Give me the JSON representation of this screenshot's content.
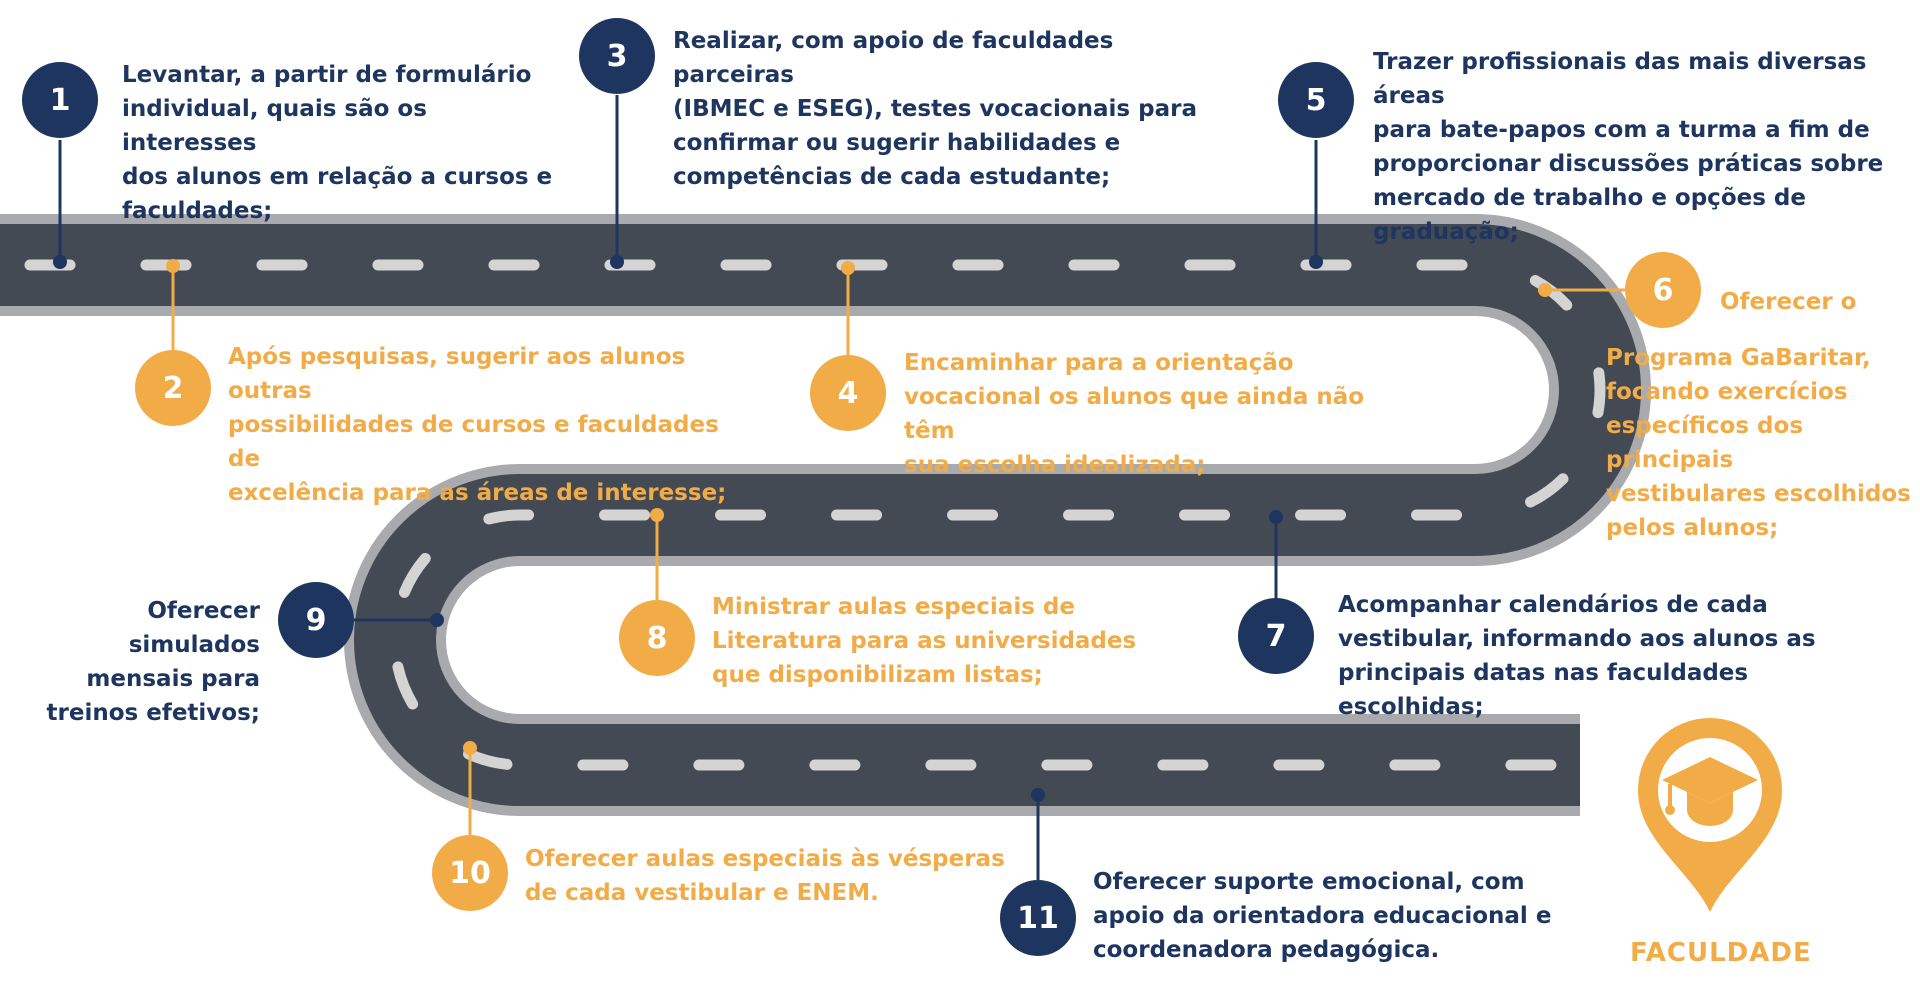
{
  "colors": {
    "navy": "#1e3560",
    "orange": "#f2ac47",
    "road": "#434a54",
    "edge": "#a9aaad",
    "dash": "#d4d4d4"
  },
  "steps": [
    {
      "num": "1",
      "text": "Levantar, a partir de formulário\nindividual, quais são os  interesses\ndos alunos em relação a cursos e\nfaculdades;"
    },
    {
      "num": "2",
      "text": "Após pesquisas, sugerir aos alunos outras\npossibilidades de cursos e faculdades de\nexcelência para as áreas de interesse;"
    },
    {
      "num": "3",
      "text": "Realizar, com apoio de faculdades parceiras\n(IBMEC e ESEG), testes vocacionais para\nconfirmar ou sugerir habilidades e\ncompetências de cada estudante;"
    },
    {
      "num": "4",
      "text": "Encaminhar para a orientação\nvocacional os alunos que ainda não têm\nsua escolha idealizada;"
    },
    {
      "num": "5",
      "text": "Trazer profissionais das mais diversas áreas\npara bate-papos com a turma a fim de\nproporcionar discussões práticas sobre\nmercado de trabalho e opções de graduação;"
    },
    {
      "num": "6",
      "text_head": "Oferecer o",
      "text": "Programa GaBaritar,\nfocando exercícios\nespecíficos dos principais\nvestibulares escolhidos\npelos alunos;"
    },
    {
      "num": "7",
      "text": "Acompanhar calendários de cada\nvestibular, informando aos alunos as\nprincipais datas nas faculdades escolhidas;"
    },
    {
      "num": "8",
      "text": "Ministrar aulas especiais de\nLiteratura para as universidades\nque disponibilizam listas;"
    },
    {
      "num": "9",
      "text": "Oferecer simulados\nmensais para\ntreinos efetivos;"
    },
    {
      "num": "10",
      "text": "Oferecer aulas especiais às vésperas\nde cada vestibular e ENEM."
    },
    {
      "num": "11",
      "text": "Oferecer suporte emocional, com\napoio da orientadora educacional e\ncoordenadora pedagógica."
    }
  ],
  "destination": {
    "label": "FACULDADE",
    "icon": "graduation-cap-pin-icon"
  }
}
